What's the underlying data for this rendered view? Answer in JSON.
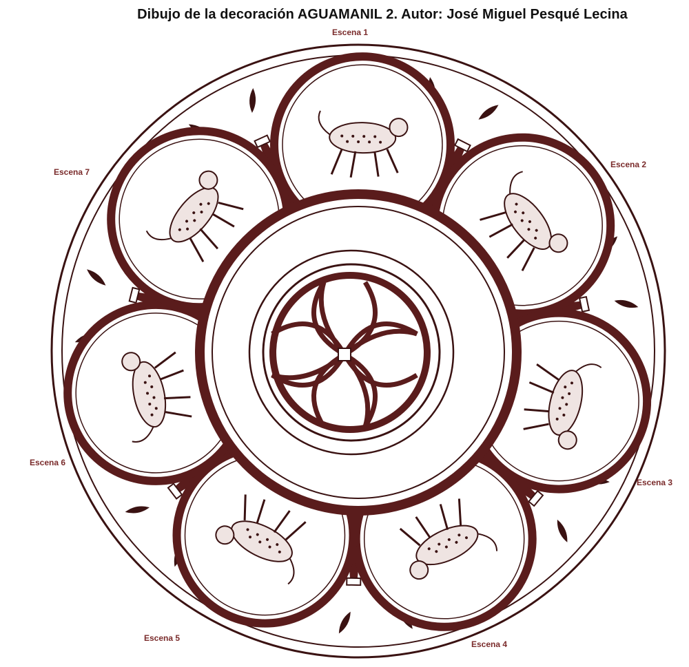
{
  "title": "Dibujo de la decoración AGUAMANIL 2. Autor: José Miguel Pesqué Lecina",
  "colors": {
    "ink": "#3a1212",
    "band": "#5a1c1c",
    "label": "#7a2b2b",
    "fill": "#efe4e2"
  },
  "scenes": [
    {
      "label": "Escena 1",
      "figure": "hunter-figure"
    },
    {
      "label": "Escena 2",
      "figure": "jumping-animal"
    },
    {
      "label": "Escena 3",
      "figure": "spotted-deer"
    },
    {
      "label": "Escena 4",
      "figure": "running-animal"
    },
    {
      "label": "Escena 5",
      "figure": "falling-figure"
    },
    {
      "label": "Escena 6",
      "figure": "standing-animal"
    },
    {
      "label": "Escena 7",
      "figure": "bull-figure"
    }
  ]
}
